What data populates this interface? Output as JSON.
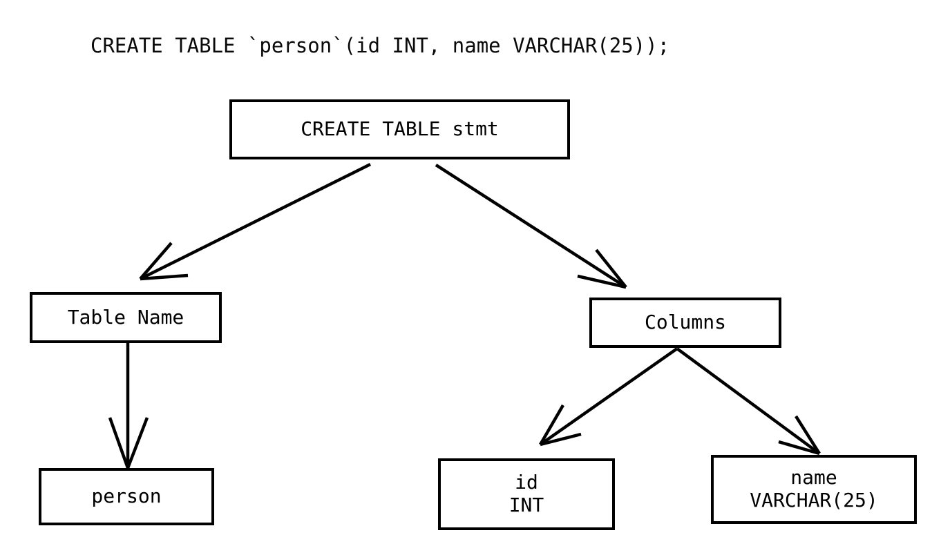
{
  "figure": {
    "kind": "parse-tree-diagram",
    "background_color": "#ffffff",
    "stroke_color": "#000000",
    "text_color": "#000000",
    "caption": "CREATE TABLE `person`(id INT, name VARCHAR(25));"
  },
  "nodes": {
    "root": {
      "label": "CREATE TABLE stmt"
    },
    "table_name": {
      "label": "Table Name"
    },
    "columns": {
      "label": "Columns"
    },
    "person": {
      "label": "person"
    },
    "col_id": {
      "line1": "id",
      "line2": "INT"
    },
    "col_name": {
      "line1": "name",
      "line2": "VARCHAR(25)"
    }
  },
  "edges": [
    {
      "from": "root",
      "to": "table_name",
      "style": "open-arrow"
    },
    {
      "from": "root",
      "to": "columns",
      "style": "open-arrow"
    },
    {
      "from": "table_name",
      "to": "person",
      "style": "open-arrow"
    },
    {
      "from": "columns",
      "to": "col_id",
      "style": "open-arrow"
    },
    {
      "from": "columns",
      "to": "col_name",
      "style": "open-arrow"
    }
  ]
}
